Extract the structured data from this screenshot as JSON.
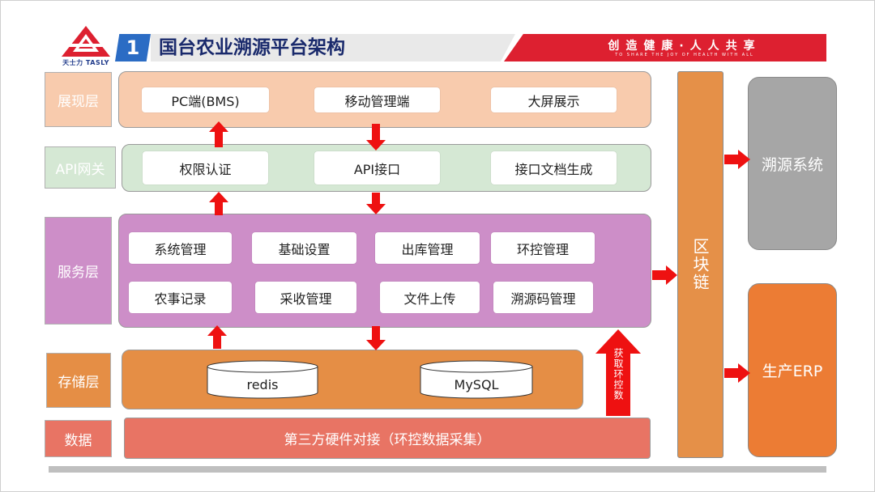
{
  "header": {
    "number": "1",
    "title": "国台农业溯源平台架构",
    "logo_text": "天士力 TASLY",
    "slogan": "创造健康·人人共享",
    "slogan_sub": "TO SHARE THE JOY OF HEALTH WITH ALL"
  },
  "layers": {
    "presentation": {
      "label": "展现层",
      "items": [
        "PC端(BMS)",
        "移动管理端",
        "大屏展示"
      ]
    },
    "api": {
      "label": "API网关",
      "items": [
        "权限认证",
        "API接口",
        "接口文档生成"
      ]
    },
    "service": {
      "label": "服务层",
      "row1": [
        "系统管理",
        "基础设置",
        "出库管理",
        "环控管理"
      ],
      "row2": [
        "农事记录",
        "采收管理",
        "文件上传",
        "溯源码管理"
      ]
    },
    "storage": {
      "label": "存储层",
      "items": [
        "redis",
        "MySQL"
      ]
    },
    "data": {
      "label": "数据",
      "content": "第三方硬件对接（环控数据采集）"
    }
  },
  "blockchain": {
    "label": "区块链"
  },
  "arrow_note": "获取环控数",
  "systems": {
    "trace": "溯源系统",
    "erp": "生产ERP"
  },
  "colors": {
    "presentation": "#f8cbad",
    "api": "#d5e8d4",
    "service": "#cd8ec8",
    "storage": "#e58e45",
    "data": "#e87464",
    "blockchain": "#e59048",
    "trace": "#a6a6a6",
    "erp": "#ec7c34",
    "arrow": "#ee1111"
  }
}
